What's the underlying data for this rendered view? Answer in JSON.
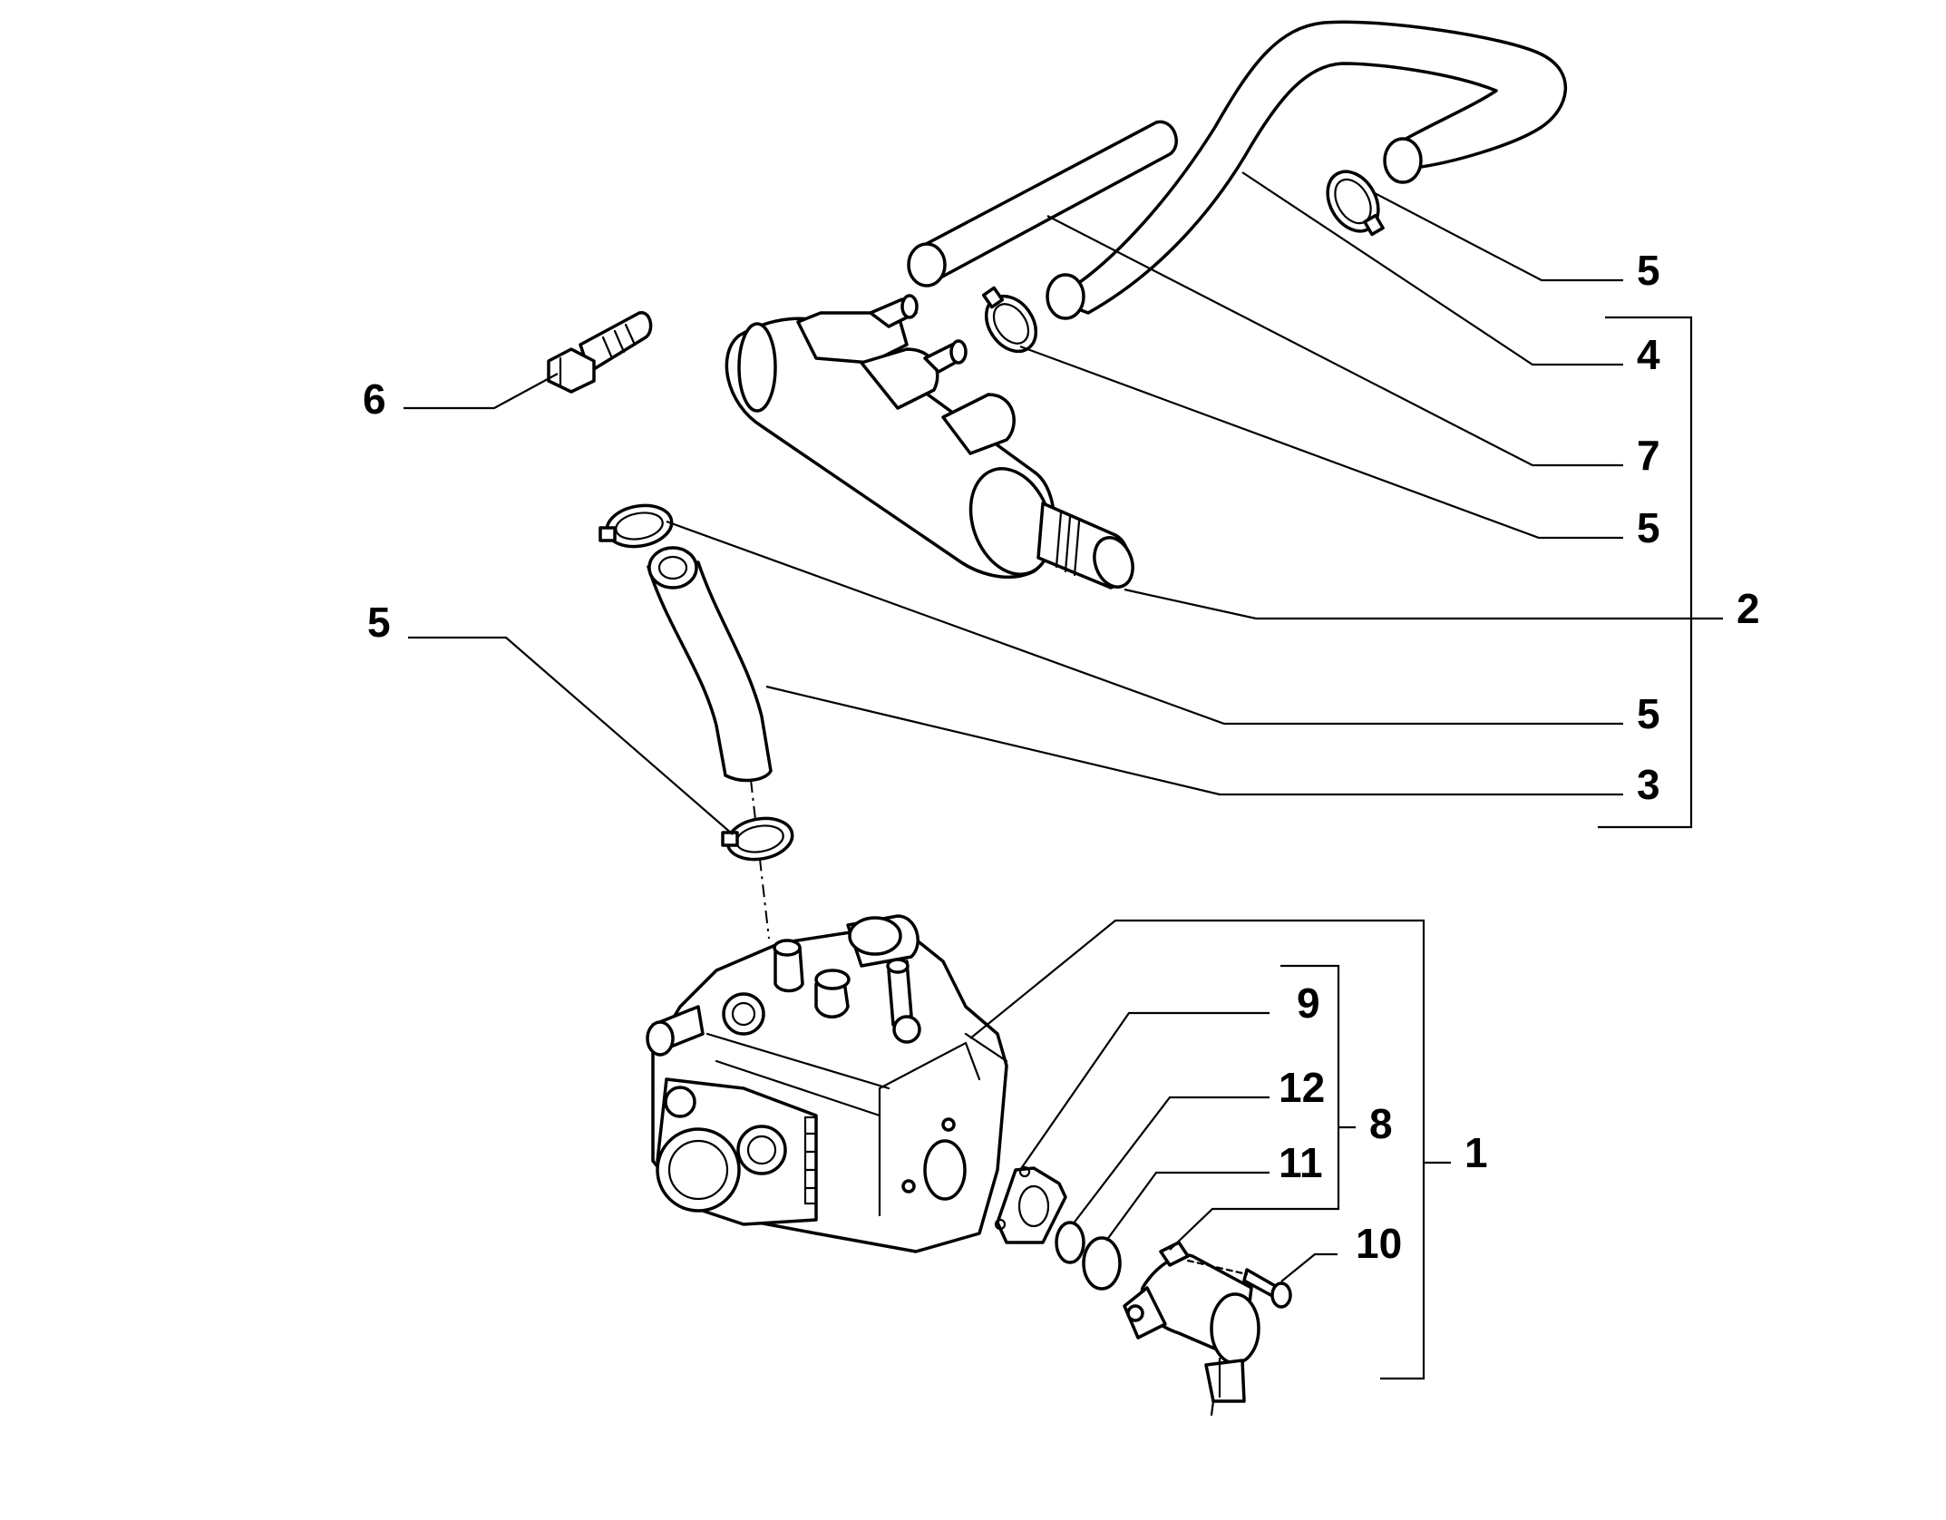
{
  "callouts": {
    "c5_top": "5",
    "c4": "4",
    "c7": "7",
    "c5_mid": "5",
    "c2": "2",
    "c5_lower": "5",
    "c3": "3",
    "c6": "6",
    "c5_left": "5",
    "c9": "9",
    "c12": "12",
    "c11": "11",
    "c8": "8",
    "c1": "1",
    "c10": "10"
  },
  "colors": {
    "line": "#000000",
    "background": "#ffffff"
  }
}
